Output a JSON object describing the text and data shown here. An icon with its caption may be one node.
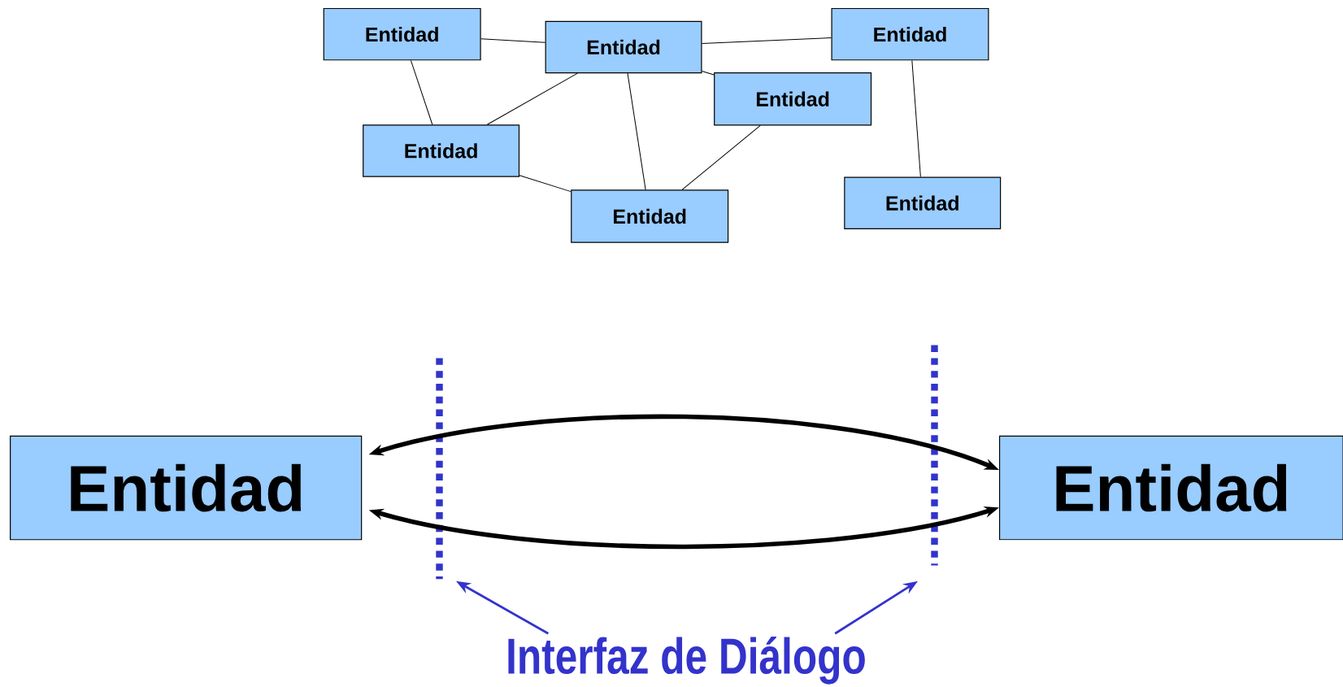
{
  "diagram": {
    "nodes": [
      {
        "text": [
          "Entidad"
        ]
      },
      {
        "text": [
          "Entidad"
        ]
      },
      {
        "text": [
          "Entidad"
        ]
      },
      {
        "text": [
          "Entidad"
        ]
      },
      {
        "text": [
          "Entidad"
        ]
      },
      {
        "text": [
          "Entidad"
        ]
      },
      {
        "text": [
          "Entidad"
        ]
      },
      {
        "text": [
          "Entidad"
        ]
      },
      {
        "text": [
          "Entidad"
        ]
      },
      {
        "text": [
          "Interfaz de Diálogo"
        ]
      },
      {
        "text": [],
        "shape": "line"
      },
      {
        "text": [],
        "shape": "line"
      }
    ],
    "edges": [
      {
        "from": 0,
        "to": 1,
        "arrow": "none"
      },
      {
        "from": 1,
        "to": 2,
        "arrow": "none"
      },
      {
        "from": 0,
        "to": 4,
        "arrow": "none"
      },
      {
        "from": 1,
        "to": 4,
        "arrow": "none"
      },
      {
        "from": 1,
        "to": 3,
        "arrow": "none"
      },
      {
        "from": 1,
        "to": 5,
        "arrow": "none"
      },
      {
        "from": 3,
        "to": 5,
        "arrow": "none"
      },
      {
        "from": 4,
        "to": 5,
        "arrow": "none"
      },
      {
        "from": 2,
        "to": 6,
        "arrow": "none"
      },
      {
        "from": 7,
        "to": 8,
        "arrow": "both",
        "style": "thick"
      },
      {
        "from": 7,
        "to": 8,
        "arrow": "both",
        "style": "thick"
      },
      {
        "from": 9,
        "to": 10,
        "arrow": "to",
        "color": "#3333cc"
      },
      {
        "from": 9,
        "to": 11,
        "arrow": "to",
        "color": "#3333cc"
      }
    ]
  }
}
